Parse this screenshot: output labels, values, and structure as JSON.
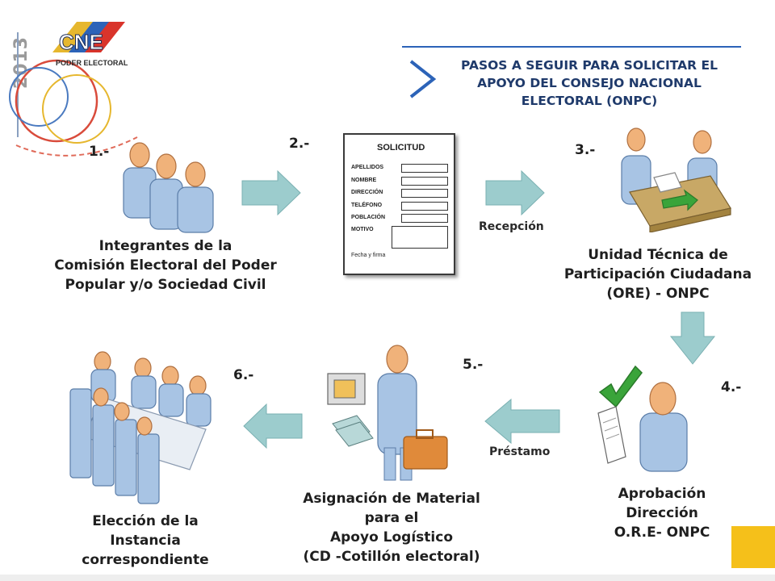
{
  "header": {
    "year": "2013",
    "logo_text": "CNE",
    "logo_subtext": "PODER ELECTORAL",
    "title_lines": [
      "PASOS A SEGUIR PARA SOLICITAR EL",
      "APOYO DEL CONSEJO NACIONAL",
      "ELECTORAL (ONPC)"
    ]
  },
  "steps": [
    {
      "number": "1.-",
      "lines": [
        "Integrantes de la",
        "Comisión Electoral del Poder",
        "Popular y/o Sociedad Civil"
      ]
    },
    {
      "number": "2.-"
    },
    {
      "number": "3.-",
      "lines": [
        "Unidad Técnica de",
        "Participación Ciudadana",
        "(ORE) - ONPC"
      ]
    },
    {
      "number": "4.-",
      "lines": [
        "Aprobación",
        "Dirección",
        "O.R.E- ONPC"
      ]
    },
    {
      "number": "5.-",
      "lines": [
        "Asignación de Material",
        "para el",
        "Apoyo Logístico",
        "(CD -Cotillón electoral)"
      ]
    },
    {
      "number": "6.-",
      "lines": [
        "Elección de la",
        "Instancia",
        "correspondiente"
      ]
    }
  ],
  "form": {
    "title": "SOLICITUD",
    "fields": [
      "APELLIDOS",
      "NOMBRE",
      "DIRECCIÓN",
      "TELÉFONO",
      "POBLACIÓN",
      "MOTIVO"
    ],
    "footer": "Fecha y firma"
  },
  "arrow_labels": {
    "reception": "Recepción",
    "loan": "Préstamo"
  }
}
